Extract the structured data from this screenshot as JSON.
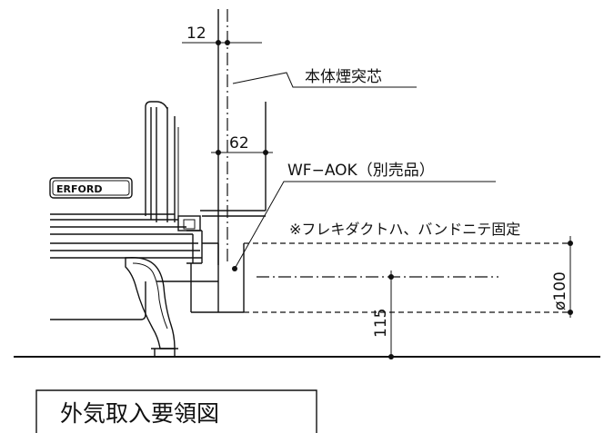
{
  "dimensions": {
    "top_gap": "12",
    "offset": "62",
    "height": "115",
    "diameter": "ø100"
  },
  "labels": {
    "chimney_center": "本体煙突芯",
    "product": "WF−AOK（別売品）",
    "note": "※フレキダクトハ、バンドニテ固定",
    "brand_fragment": "ERFORD"
  },
  "title_box": {
    "text": "外気取入要領図"
  },
  "colors": {
    "line": "#111111",
    "background": "#ffffff"
  }
}
